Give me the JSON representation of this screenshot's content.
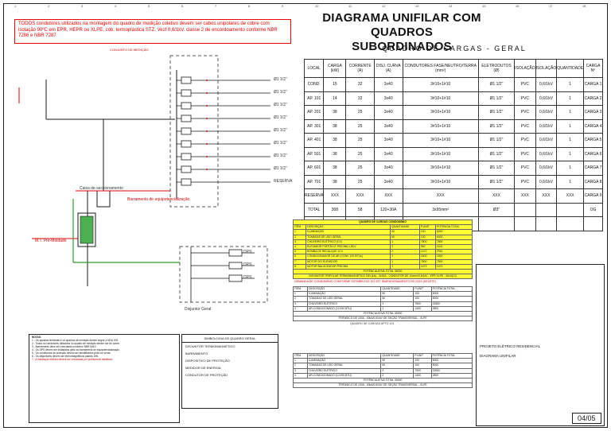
{
  "ruler": {
    "top": [
      "1",
      "2",
      "3",
      "4",
      "5",
      "6",
      "7",
      "8",
      "9",
      "10",
      "11",
      "12",
      "13",
      "14",
      "15",
      "16",
      "17",
      "18"
    ]
  },
  "title": {
    "line1": "DIAGRAMA UNIFILAR COM QUADROS",
    "line2": "SUBORDINADOS"
  },
  "note": "TODOS condutores utilizados na montagem do quadro de medição coletivo devem ser cabos unipolares de cobre com isolação 90ºC em EPR, HEPR ou XLPE, cob. termoplástica STZ. Vezf 0,6/1kV. classe 2 de encordoamento conforme NBR 7286 e NBR 7287",
  "diagram": {
    "meter_group": "CONJUNTO DE MEDIÇÃO",
    "ground": "M.T. Pré-Moldado",
    "section": "Caixa de seccionamento",
    "ground_bar": "Barramento de equipotencialização",
    "main_breaker": "Disjuntor Geral",
    "branches": [
      "Ø1 1/2\"",
      "Ø1 1/2\"",
      "Ø1 1/2\"",
      "Ø1 1/2\"",
      "Ø1 1/2\"",
      "Ø1 1/2\"",
      "Ø1 1/2\"",
      "Ø1 1/2\"",
      "RESERVA"
    ],
    "dps": [
      "DPS",
      "DPS",
      "DPS"
    ]
  },
  "qg": {
    "title": "QUADRO  DE  CARGAS  -  GERAL",
    "headers": [
      "LOCAL",
      "CARGA (kW)",
      "CORRENTE (A)",
      "DISJ. CURVA (A)",
      "CONDUTORES FASE/NEUTRO/TERRA (mm²)",
      "ELETRODUTOS (Ø)",
      "ISOLAÇÃO",
      "ISOLAÇÃO",
      "QUANTIDADE",
      "CARGA Nº"
    ],
    "rows": [
      [
        "COND.",
        "15",
        "32",
        "3x40",
        "3#10+1#10",
        "Ø1 1/2\"",
        "PVC",
        "0,6/1kV",
        "1",
        "CARGA 1"
      ],
      [
        "AP. 101",
        "14",
        "32",
        "3x40",
        "3#10+1#10",
        "Ø1 1/2\"",
        "PVC",
        "0,6/1kV",
        "1",
        "CARGA 2"
      ],
      [
        "AP. 201",
        "38",
        "25",
        "3x40",
        "3#10+1#10",
        "Ø1 1/2\"",
        "PVC",
        "0,6/1kV",
        "1",
        "CARGA 3"
      ],
      [
        "AP. 301",
        "38",
        "25",
        "3x40",
        "3#10+1#10",
        "Ø1 1/2\"",
        "PVC",
        "0,6/1kV",
        "1",
        "CARGA 4"
      ],
      [
        "AP. 401",
        "38",
        "25",
        "3x40",
        "3#10+1#10",
        "Ø1 1/2\"",
        "PVC",
        "0,6/1kV",
        "1",
        "CARGA 5"
      ],
      [
        "AP. 501",
        "38",
        "25",
        "3x40",
        "3#10+1#10",
        "Ø1 1/2\"",
        "PVC",
        "0,6/1kV",
        "1",
        "CARGA 6"
      ],
      [
        "AP. 601",
        "38",
        "25",
        "3x40",
        "3#10+1#10",
        "Ø1 1/2\"",
        "PVC",
        "0,6/1kV",
        "1",
        "CARGA 7"
      ],
      [
        "AP. 701",
        "38",
        "25",
        "3x40",
        "3#10+1#10",
        "Ø1 1/2\"",
        "PVC",
        "0,6/1kV",
        "1",
        "CARGA 8"
      ],
      [
        "RESERVA",
        "XXX",
        "XXX",
        "XXX",
        "XXX",
        "XXX",
        "XXX",
        "XXX",
        "XXX",
        "CARGA 9"
      ],
      [
        "TOTAL",
        "308",
        "58",
        "120+30A",
        "3x95mm²",
        "Ø3\"",
        "",
        "",
        "",
        "OG"
      ]
    ]
  },
  "cond": {
    "title": "QUADRO DE CARGAS CONDOMÍNIO",
    "headers": [
      "ITEM",
      "DESCRIÇÃO",
      "QUANTIDADE",
      "P.UNIT",
      "POTÊNCIA TOTAL"
    ],
    "rows": [
      [
        "1",
        "ILUMINAÇÃO",
        "60",
        "100",
        "6000"
      ],
      [
        "2",
        "TOMADAS DE USO GERAL",
        "60",
        "100",
        "6000"
      ],
      [
        "3",
        "CHUVEIRO ELÉTRICO (CX)",
        "1",
        "7800",
        "7800"
      ],
      [
        "4",
        "ELEVADOR PORTÃO E PISCINA 1,5CV",
        "2",
        "552",
        "1104"
      ],
      [
        "5",
        "BOMBA DE RECALQUE 1CV",
        "2",
        "1472",
        "2944"
      ],
      [
        "6",
        "CONDICIONADOR DE AR (CONV 12K BTUs)",
        "1",
        "1500",
        "1500"
      ],
      [
        "7",
        "MOTOR DO ELEVADOR",
        "1",
        "7500",
        "7500"
      ],
      [
        "8",
        "MOTOR BALACEADOR PISCINA",
        "1",
        "1472",
        "1472"
      ]
    ],
    "total": "POTÊNCIA ATIVA TOTAL 38320",
    "footer": "DISJUNTOR TRIPOLAR TERMOMAGNÉTICO DIN (kA) - 3x32A  -  CONDUTOR DE 10mm²/0,6/1kV - EPR  XLPE - 3#10(10)"
  },
  "demand": {
    "heading": "DEMANDA DE CONDOMÍNIO CONFORME ESTABELECE DO 3ST DIMENSIONAMENTO RD 2022 (DELETE)",
    "headers": [
      "ITEM",
      "DESCRIÇÃO",
      "QUANTIDADE",
      "P.UNIT",
      "POTÊNCIA TOTAL"
    ],
    "rows": [
      [
        "1",
        "ILUMINAÇÃO",
        "50",
        "100",
        "5000"
      ],
      [
        "2",
        "TOMADAS DE USO GERAL",
        "50",
        "100",
        "5000"
      ],
      [
        "3",
        "CHUVEIRO ELÉTRICO",
        "3",
        "7500",
        "22500"
      ],
      [
        "4",
        "AR-CONDICIONADO (12.000 BTU)",
        "2",
        "1400",
        "2800"
      ]
    ],
    "total": "POTÊNCIA ATIVA TOTAL 35300",
    "footer": "TRIFÁSICO DE 100A - 40kA/0,6/1kV DE SEÇÃO TRANSVERSAL - XLPE"
  },
  "apt": {
    "heading": "QUADRO DE CARGAS APTO 101",
    "headers": [
      "ITEM",
      "DESCRIÇÃO",
      "QUANTIDADE",
      "P.UNIT",
      "POTÊNCIA TOTAL"
    ],
    "rows": [
      [
        "1",
        "ILUMINAÇÃO",
        "50",
        "100",
        "5000"
      ],
      [
        "2",
        "TOMADAS DE USO GERAL",
        "50",
        "100",
        "5000"
      ],
      [
        "3",
        "CHUVEIRO ELÉTRICO",
        "3",
        "7500",
        "22500"
      ],
      [
        "4",
        "AR-CONDICIONADO (12.000 BTU)",
        "2",
        "1400",
        "2800"
      ]
    ],
    "total": "POTÊNCIA ATIVA TOTAL 35300",
    "footer": "TRIFÁSICO DE 100A - 40kA/0,6/1kV DE SEÇÃO TRANSVERSAL - XLPE"
  },
  "notes": {
    "title": "NOTAS:",
    "items": [
      "1 - Os quadros terminais e os quadros de medição devem seguir a NDU 003.",
      "2 - Todos os condutores utilizados no quadro de medição devem ser de cobre.",
      "3 - Aterramento deve ser executado conforme NBR 5410.",
      "4 - Os DPS devem ser instalados junto ao barramento de equipotencialização.",
      "5 - Os condutores de proteção devem ser identificados pela cor verde.",
      "6 - Os disjuntores devem ser termomagnéticos padrão DIN.",
      "7 - A instalação elétrica deverá ser executada por profissional habilitado."
    ]
  },
  "legend": {
    "title": "SIMBOLOGIA  DE  QUADRO GERAL",
    "items": [
      "DISJUNTOR TERMOMAGNÉTICO",
      "BARRAMENTO",
      "DISPOSITIVO DE PROTEÇÃO",
      "MEDIDOR DE ENERGIA",
      "CONDUTOR DE PROTEÇÃO"
    ]
  },
  "tb": {
    "project": "PROJETO ELÉTRICO RESIDENCIAL",
    "drawing": "DIAGRAMA UNIFILAR",
    "sheet": "04/05"
  }
}
